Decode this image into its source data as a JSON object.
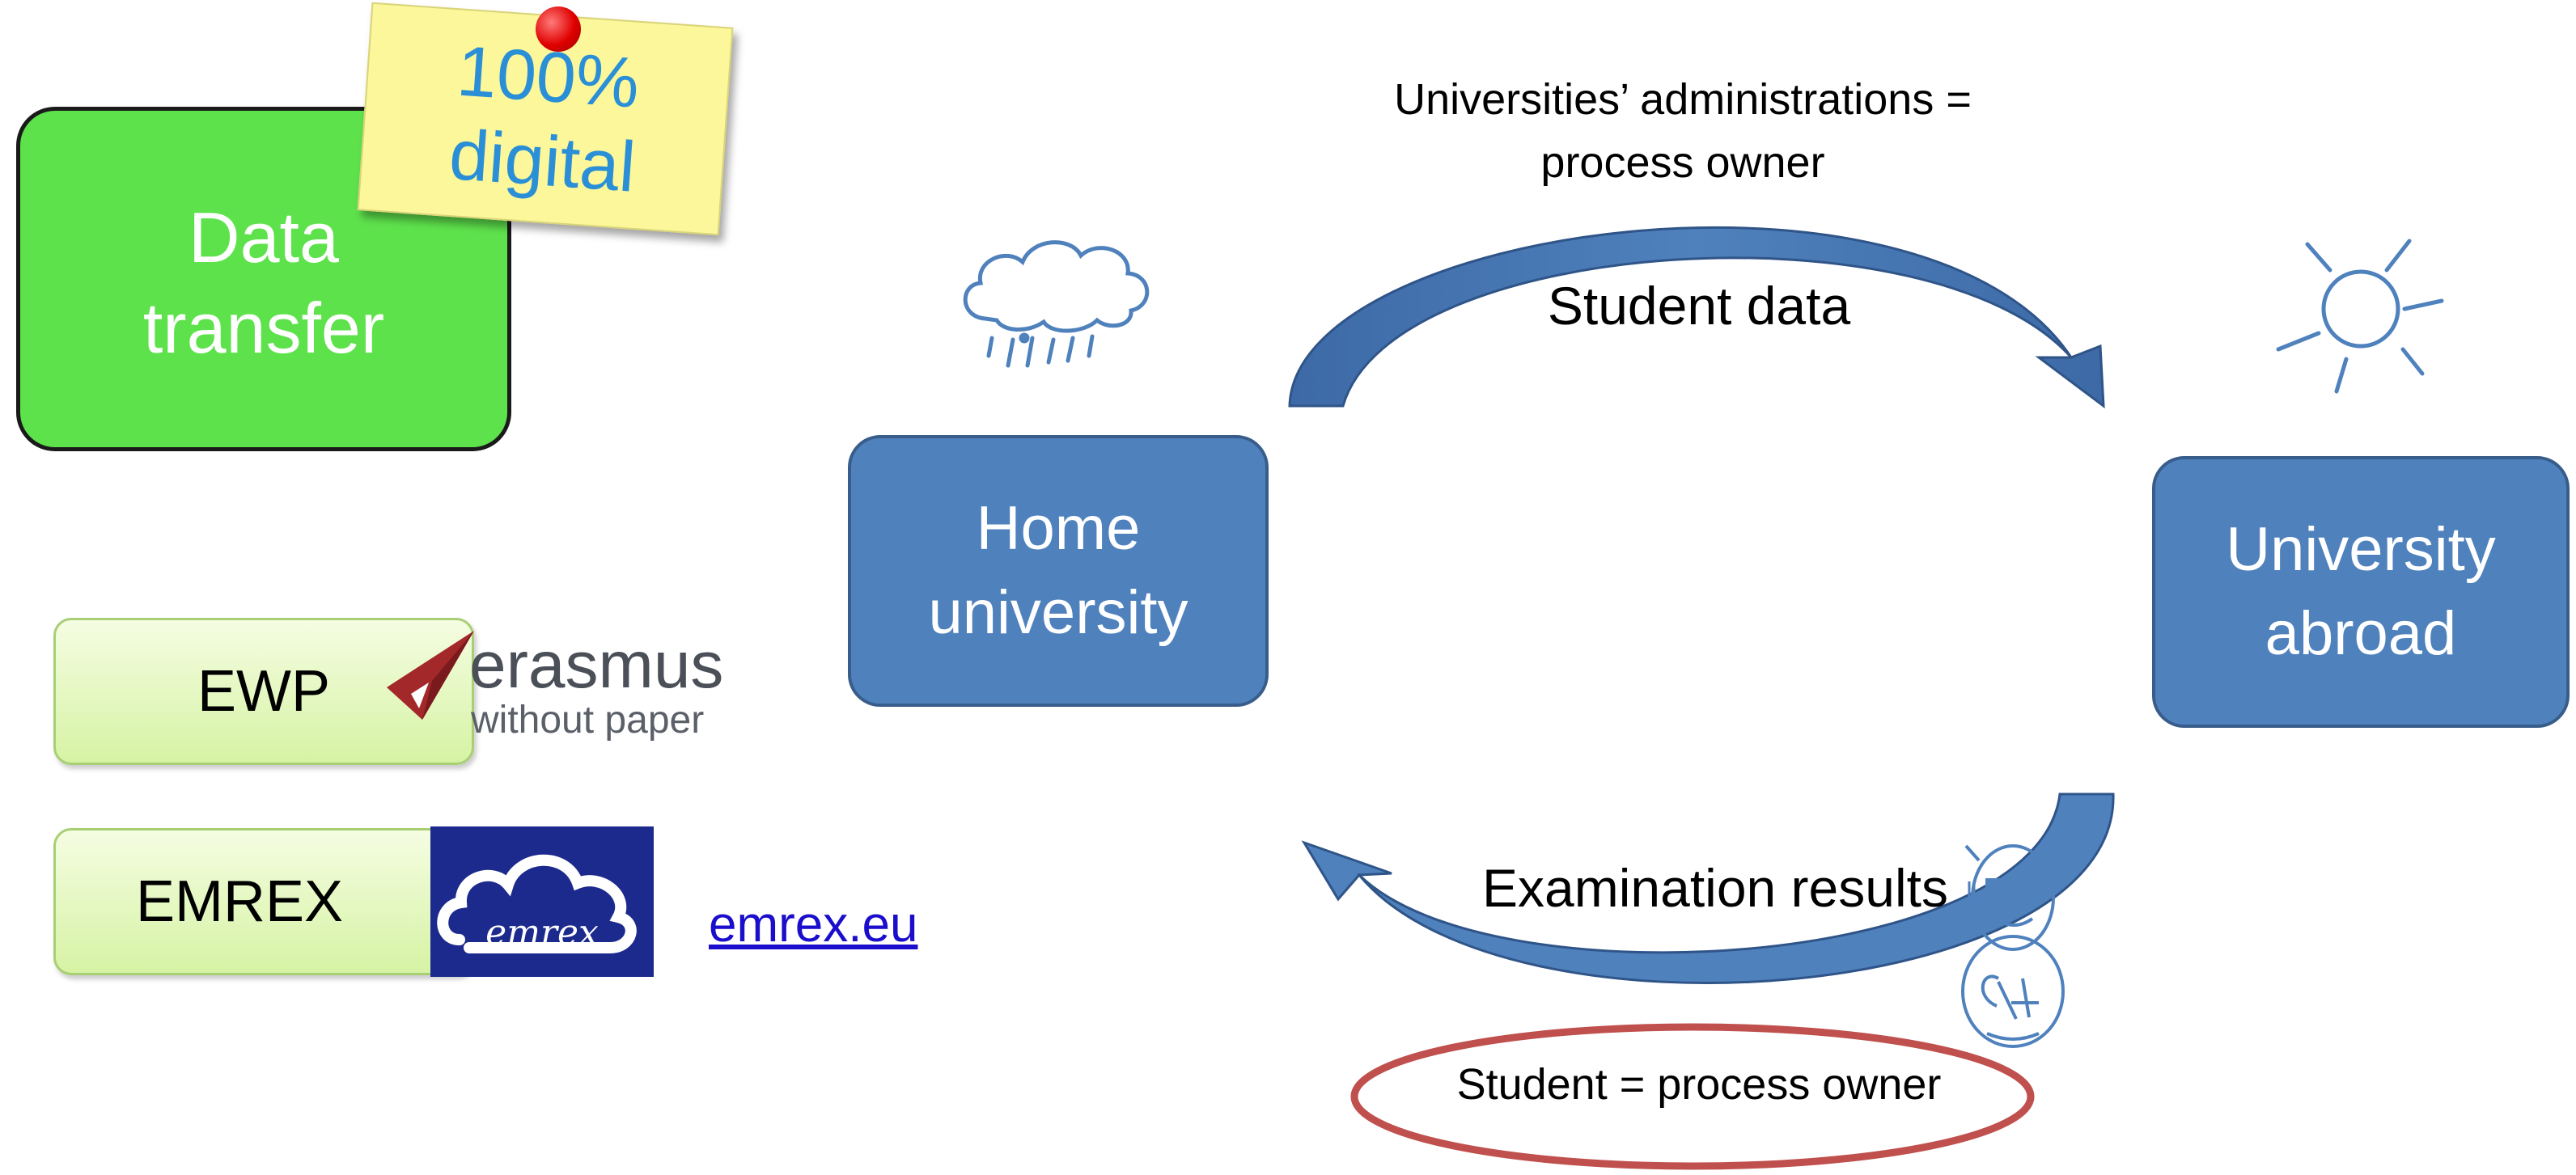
{
  "data_transfer": {
    "line1": "Data",
    "line2": "transfer"
  },
  "sticky_note": {
    "line1": "100%",
    "line2": "digital"
  },
  "ewp": {
    "label": "EWP"
  },
  "erasmus_logo": {
    "word": "erasmus",
    "tagline": "without paper"
  },
  "emrex": {
    "label": "EMREX",
    "logo_text": "emrex",
    "link": "emrex.eu"
  },
  "home_university": {
    "line1": "Home",
    "line2": "university"
  },
  "university_abroad": {
    "line1": "University",
    "line2": "abroad"
  },
  "admin_caption": {
    "line1": "Universities’ administrations =",
    "line2": "process owner"
  },
  "top_arrow_label": "Student data",
  "bottom_arrow_label": "Examination results",
  "student_owner_label": "Student = process owner",
  "colors": {
    "green_box": "#5ee24c",
    "university_box": "#4f81bd",
    "arrow": "#4f81bd",
    "arrow_dark": "#385d8a",
    "ellipse": "#c0504d",
    "sticky": "#fbf79a",
    "sticky_text": "#2a8fd6",
    "link": "#1a0dcc"
  },
  "icons": [
    "rain-cloud-icon",
    "sun-icon",
    "student-face-icon",
    "pushpin-icon",
    "paper-plane-icon",
    "cloud-logo-icon"
  ]
}
